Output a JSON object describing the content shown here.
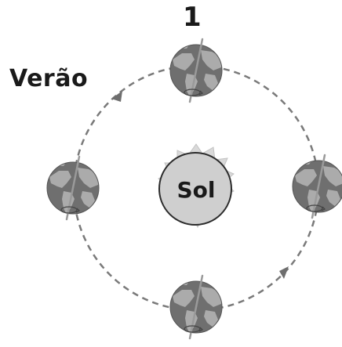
{
  "diagram": {
    "position_label": "1",
    "season_label": "Verão",
    "sun_label": "Sol",
    "colors": {
      "orbit": "#7a7a7a",
      "sun_fill": "#cfcfcf",
      "sun_rays": "#d9d9d9",
      "ocean": "#6f6f6f",
      "land": "#a9a9a9",
      "axis": "#9a9a9a",
      "text": "#1a1a1a"
    },
    "icons": [
      "sun-icon",
      "earth-icon",
      "rotation-arrow-icon",
      "orbit-direction-arrow-icon"
    ]
  }
}
